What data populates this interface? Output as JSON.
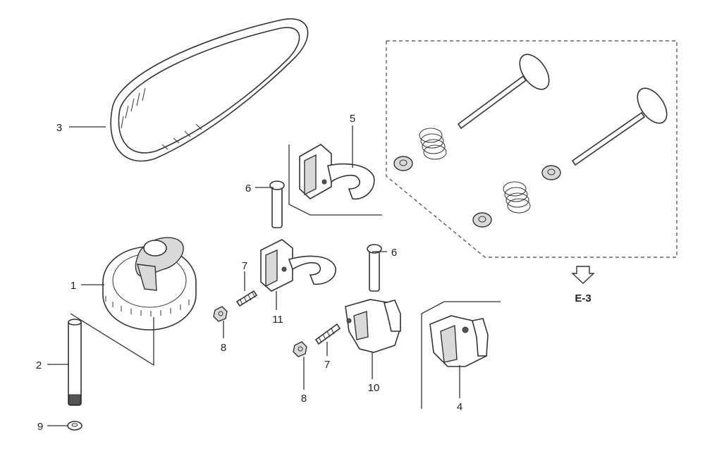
{
  "parts": [
    {
      "id": "1",
      "label": "1"
    },
    {
      "id": "2",
      "label": "2"
    },
    {
      "id": "3",
      "label": "3"
    },
    {
      "id": "4",
      "label": "4"
    },
    {
      "id": "5",
      "label": "5"
    },
    {
      "id": "6a",
      "label": "6"
    },
    {
      "id": "6b",
      "label": "6"
    },
    {
      "id": "7a",
      "label": "7"
    },
    {
      "id": "7b",
      "label": "7"
    },
    {
      "id": "8a",
      "label": "8"
    },
    {
      "id": "8b",
      "label": "8"
    },
    {
      "id": "9",
      "label": "9"
    },
    {
      "id": "10",
      "label": "10"
    },
    {
      "id": "11",
      "label": "11"
    }
  ],
  "reference": {
    "label": "E-3"
  }
}
